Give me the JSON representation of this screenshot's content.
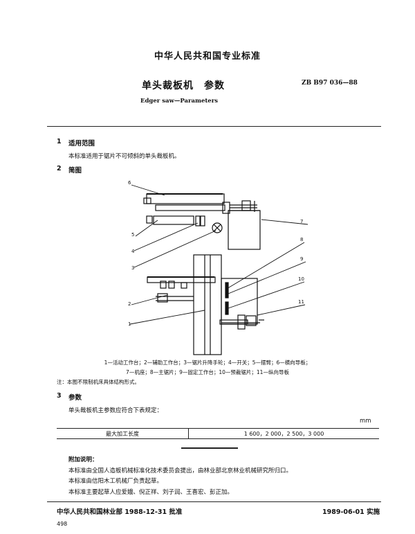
{
  "header": {
    "org_title": "中华人民共和国专业标准"
  },
  "title": {
    "cn": "单头裁板机　参数",
    "std_no": "ZB B97 036—88",
    "en": "Edger saw—Parameters"
  },
  "sections": {
    "s1": {
      "num": "1",
      "title": "适用范围",
      "text": "本标准适用于锯片不可倾斜的单头裁板机。"
    },
    "s2": {
      "num": "2",
      "title": "简图"
    },
    "s3": {
      "num": "3",
      "title": "参数",
      "text": "单头裁板机主参数应符合下表规定："
    }
  },
  "figure": {
    "callouts": [
      "1",
      "2",
      "3",
      "4",
      "5",
      "6",
      "7",
      "8",
      "9",
      "10",
      "11"
    ],
    "caption_line1": "1—活动工作台；2—辅助工作台；3—锯片升降手轮；4—开关；5—摆臂；6—横向导板；",
    "caption_line2": "7—机座；8—主锯片；9—固定工作台；10—预裁锯片；11—纵向导板",
    "note": "注：本图不限制机床具体结构形式。"
  },
  "table": {
    "unit": "mm",
    "rows": [
      {
        "name": "最大加工长度",
        "value": "1 600，2 000，2 500，3 000"
      }
    ]
  },
  "additional": {
    "heading": "附加说明：",
    "lines": [
      "本标准由全国人造板机械标准化技术委员会提出，由林业部北京林业机械研究所归口。",
      "本标准由信阳木工机械厂负责起草。",
      "本标准主要起草人应爱娥、倪正祥、刘子润、王喜宏、彭正加。"
    ]
  },
  "footer": {
    "approval": "中华人民共和国林业部 1988-12-31 批准",
    "effective": "1989-06-01 实施",
    "page_no": "498"
  }
}
